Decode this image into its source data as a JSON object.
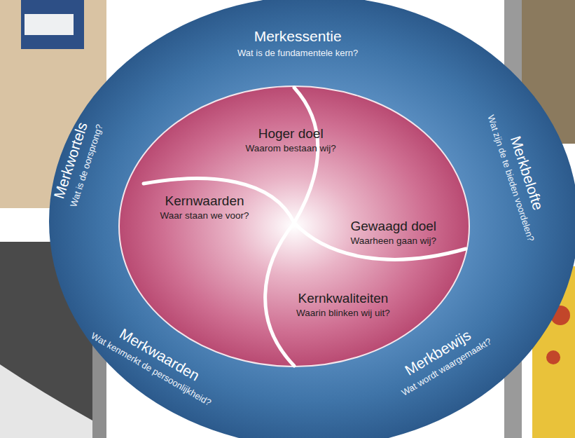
{
  "diagram": {
    "nodes": [
      {
        "text": [
          "Merkessentie",
          "Wat is de fundamentele kern?"
        ]
      },
      {
        "text": [
          "Merkwortels",
          "Wat is de oorsprong?"
        ]
      },
      {
        "text": [
          "Merkbelofte",
          "Wat zijn de te bieden voordelen?"
        ]
      },
      {
        "text": [
          "Hoger doel",
          "Waarom bestaan wij?"
        ]
      },
      {
        "text": [
          "Kernwaarden",
          "Waar staan we voor?"
        ]
      },
      {
        "text": [
          "Gewaagd doel",
          "Waarheen gaan wij?"
        ]
      },
      {
        "text": [
          "Kernkwaliteiten",
          "Waarin blinken wij uit?"
        ]
      },
      {
        "text": [
          "Merkwaarden",
          "Wat kenmerkt de persoonlijkheid?"
        ]
      },
      {
        "text": [
          "Merkbewijs",
          "Wat wordt waargemaakt?"
        ]
      }
    ]
  }
}
